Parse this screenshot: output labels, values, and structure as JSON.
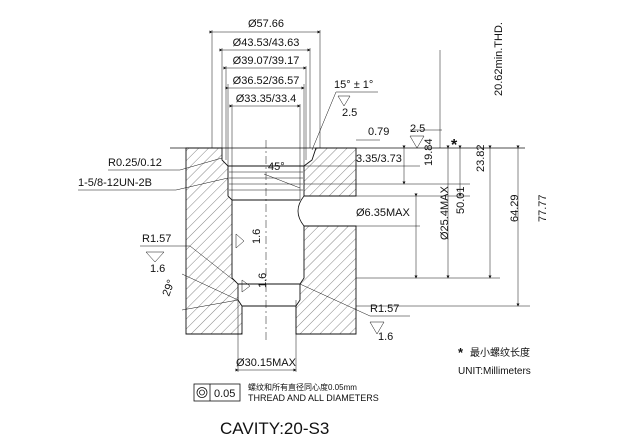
{
  "diagonal_dims": {
    "d1": "Ø57.66",
    "d2": "Ø43.53/43.63",
    "d3": "Ø39.07/39.17",
    "d4": "Ø36.52/36.57",
    "d5": "Ø33.35/33.4",
    "d6": "Ø6.35MAX",
    "d7": "Ø25.4MAX",
    "d8": "Ø30.15MAX"
  },
  "angles": {
    "chamfer": "15° ± 1°",
    "entry": "45°",
    "bottom": "29°"
  },
  "finishes": {
    "top": "2.5",
    "right_top": "2.5",
    "bore": "1.6",
    "lower_bore": "1.6",
    "left_radius": "1.6",
    "right_radius": "1.6"
  },
  "radii": {
    "r1": "R0.25/0.12",
    "r_left": "R1.57",
    "r_right": "R1.57"
  },
  "thread": "1-5/8-12UN-2B",
  "lengths": {
    "l079": "0.79",
    "l335": "3.35/3.73",
    "l1984": "19.84",
    "l2382": "23.82",
    "l5001": "50.01",
    "l6429": "64.29",
    "l7777": "77.77",
    "thd": "20.62min.THD."
  },
  "notes": {
    "star": "*",
    "thread_min_cn": "最小螺纹长度",
    "unit": "UNIT:Millimeters",
    "concentricity_value": "0.05",
    "concentricity_cn": "螺纹和所有直径同心度0.05mm",
    "concentricity_en": "THREAD AND ALL DIAMETERS"
  },
  "title": "CAVITY:20-S3"
}
